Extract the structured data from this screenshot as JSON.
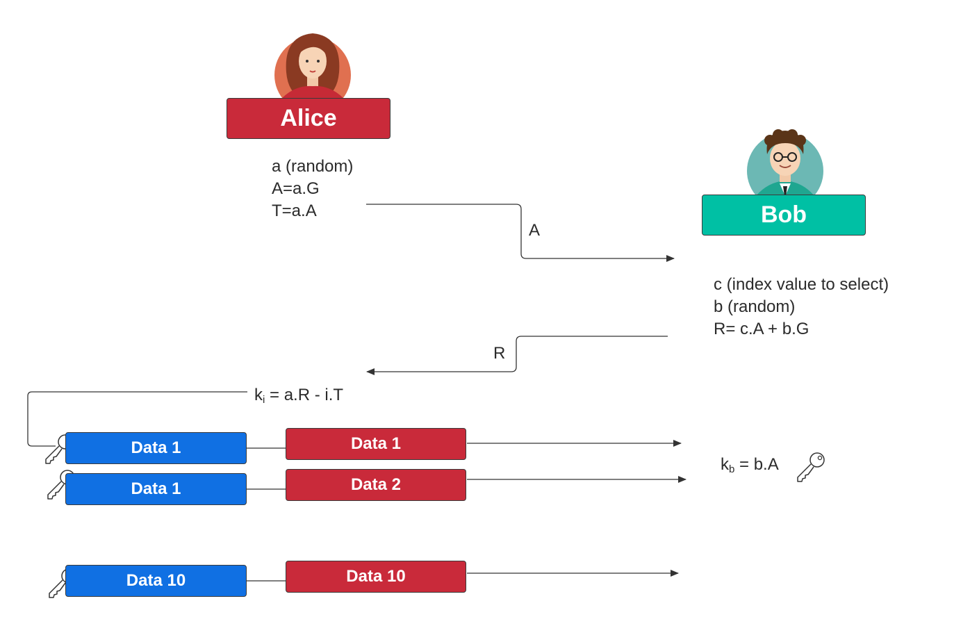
{
  "alice": {
    "name": "Alice",
    "lines": [
      "a (random)",
      "A=a.G",
      "T=a.A"
    ]
  },
  "bob": {
    "name": "Bob",
    "lines": [
      "c (index value to select)",
      "b (random)",
      "R= c.A + b.G"
    ]
  },
  "messages": {
    "a_label": "A",
    "r_label": "R"
  },
  "alice_key_formula": {
    "k": "k",
    "sub": "i",
    "rest": " = a.R - i.T"
  },
  "bob_key_formula": {
    "k": "k",
    "sub": "b",
    "rest": " = b.A"
  },
  "rows": [
    {
      "plain": "Data 1",
      "encrypted": "Data 1"
    },
    {
      "plain": "Data 1",
      "encrypted": "Data 2"
    },
    {
      "plain": "Data 10",
      "encrypted": "Data 10"
    }
  ],
  "colors": {
    "alice": "#c92a3a",
    "bob": "#00c0a4",
    "plain_data": "#1070e3",
    "encrypted_data": "#c92a3a"
  },
  "icons": [
    "alice-avatar-icon",
    "bob-avatar-icon",
    "key-icon"
  ]
}
